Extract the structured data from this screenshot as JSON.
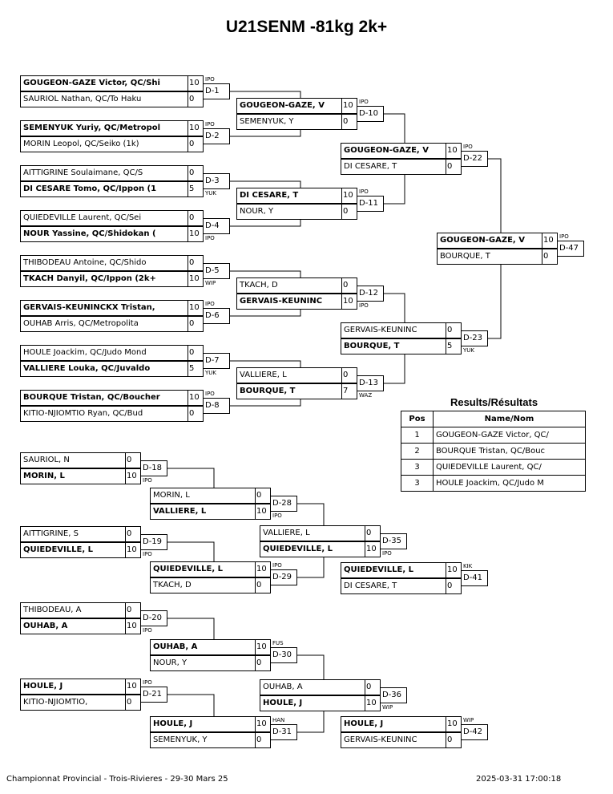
{
  "title": "U21SENM -81kg 2k+",
  "footer": {
    "event": "Championnat Provincial - Trois-Rivieres - 29-30 Mars 25",
    "timestamp": "2025-03-31 17:00:18"
  },
  "results": {
    "title": "Results/Résultats",
    "col_pos": "Pos",
    "col_name": "Name/Nom",
    "rows": [
      {
        "pos": "1",
        "name": "GOUGEON-GAZE Victor, QC/"
      },
      {
        "pos": "2",
        "name": "BOURQUE Tristan, QC/Bouc"
      },
      {
        "pos": "3",
        "name": "QUIEDEVILLE Laurent, QC/"
      },
      {
        "pos": "3",
        "name": "HOULE Joackim, QC/Judo M"
      }
    ]
  },
  "matches": [
    {
      "id": "D-1",
      "top": {
        "name": "GOUGEON-GAZE Victor, QC/Shi",
        "score": "10",
        "win": true
      },
      "bottom": {
        "name": "SAURIOL Nathan, QC/To Haku",
        "score": "0",
        "win": false
      },
      "tag": "IPO"
    },
    {
      "id": "D-2",
      "top": {
        "name": "SEMENYUK Yuriy, QC/Metropol",
        "score": "10",
        "win": true
      },
      "bottom": {
        "name": "MORIN Leopol, QC/Seiko (1k)",
        "score": "0",
        "win": false
      },
      "tag": "IPO"
    },
    {
      "id": "D-3",
      "top": {
        "name": "AITTIGRINE Soulaimane, QC/S",
        "score": "0",
        "win": false
      },
      "bottom": {
        "name": "DI CESARE Tomo, QC/Ippon (1",
        "score": "5",
        "win": true
      },
      "tag": "YUK"
    },
    {
      "id": "D-4",
      "top": {
        "name": "QUIEDEVILLE Laurent, QC/Sei",
        "score": "0",
        "win": false
      },
      "bottom": {
        "name": "NOUR Yassine, QC/Shidokan (",
        "score": "10",
        "win": true
      },
      "tag": "IPO"
    },
    {
      "id": "D-5",
      "top": {
        "name": "THIBODEAU Antoine, QC/Shido",
        "score": "0",
        "win": false
      },
      "bottom": {
        "name": "TKACH Danyil, QC/Ippon (2k+",
        "score": "10",
        "win": true
      },
      "tag": "WIP"
    },
    {
      "id": "D-6",
      "top": {
        "name": "GERVAIS-KEUNINCKX Tristan,",
        "score": "10",
        "win": true
      },
      "bottom": {
        "name": "OUHAB Arris, QC/Metropolita",
        "score": "0",
        "win": false
      },
      "tag": "IPO"
    },
    {
      "id": "D-7",
      "top": {
        "name": "HOULE Joackim, QC/Judo Mond",
        "score": "0",
        "win": false
      },
      "bottom": {
        "name": "VALLIERE Louka, QC/Juvaldo",
        "score": "5",
        "win": true
      },
      "tag": "YUK"
    },
    {
      "id": "D-8",
      "top": {
        "name": "BOURQUE Tristan, QC/Boucher",
        "score": "10",
        "win": true
      },
      "bottom": {
        "name": "KITIO-NJIOMTIO Ryan, QC/Bud",
        "score": "0",
        "win": false
      },
      "tag": "IPO"
    },
    {
      "id": "D-10",
      "top": {
        "name": "GOUGEON-GAZE, V",
        "score": "10",
        "win": true
      },
      "bottom": {
        "name": "SEMENYUK, Y",
        "score": "0",
        "win": false
      },
      "tag": "IPO"
    },
    {
      "id": "D-11",
      "top": {
        "name": "DI CESARE, T",
        "score": "10",
        "win": true
      },
      "bottom": {
        "name": "NOUR, Y",
        "score": "0",
        "win": false
      },
      "tag": "IPO"
    },
    {
      "id": "D-12",
      "top": {
        "name": "TKACH, D",
        "score": "0",
        "win": false
      },
      "bottom": {
        "name": "GERVAIS-KEUNINC",
        "score": "10",
        "win": true
      },
      "tag": "IPO"
    },
    {
      "id": "D-13",
      "top": {
        "name": "VALLIERE, L",
        "score": "0",
        "win": false
      },
      "bottom": {
        "name": "BOURQUE, T",
        "score": "7",
        "win": true
      },
      "tag": "WAZ"
    },
    {
      "id": "D-22",
      "top": {
        "name": "GOUGEON-GAZE, V",
        "score": "10",
        "win": true
      },
      "bottom": {
        "name": "DI CESARE, T",
        "score": "0",
        "win": false
      },
      "tag": "IPO"
    },
    {
      "id": "D-23",
      "top": {
        "name": "GERVAIS-KEUNINC",
        "score": "0",
        "win": false
      },
      "bottom": {
        "name": "BOURQUE, T",
        "score": "5",
        "win": true
      },
      "tag": "YUK"
    },
    {
      "id": "D-47",
      "top": {
        "name": "GOUGEON-GAZE, V",
        "score": "10",
        "win": true
      },
      "bottom": {
        "name": "BOURQUE, T",
        "score": "0",
        "win": false
      },
      "tag": "IPO"
    },
    {
      "id": "D-18",
      "top": {
        "name": "SAURIOL, N",
        "score": "0",
        "win": false
      },
      "bottom": {
        "name": "MORIN, L",
        "score": "10",
        "win": true
      },
      "tag": "IPO"
    },
    {
      "id": "D-19",
      "top": {
        "name": "AITTIGRINE, S",
        "score": "0",
        "win": false
      },
      "bottom": {
        "name": "QUIEDEVILLE, L",
        "score": "10",
        "win": true
      },
      "tag": "IPO"
    },
    {
      "id": "D-20",
      "top": {
        "name": "THIBODEAU, A",
        "score": "0",
        "win": false
      },
      "bottom": {
        "name": "OUHAB, A",
        "score": "10",
        "win": true
      },
      "tag": "IPO"
    },
    {
      "id": "D-21",
      "top": {
        "name": "HOULE, J",
        "score": "10",
        "win": true
      },
      "bottom": {
        "name": "KITIO-NJIOMTIO,",
        "score": "0",
        "win": false
      },
      "tag": "IPO"
    },
    {
      "id": "D-28",
      "top": {
        "name": "MORIN, L",
        "score": "0",
        "win": false
      },
      "bottom": {
        "name": "VALLIERE, L",
        "score": "10",
        "win": true
      },
      "tag": "IPO"
    },
    {
      "id": "D-29",
      "top": {
        "name": "QUIEDEVILLE, L",
        "score": "10",
        "win": true
      },
      "bottom": {
        "name": "TKACH, D",
        "score": "0",
        "win": false
      },
      "tag": "IPO"
    },
    {
      "id": "D-30",
      "top": {
        "name": "OUHAB, A",
        "score": "10",
        "win": true
      },
      "bottom": {
        "name": "NOUR, Y",
        "score": "0",
        "win": false
      },
      "tag": "FUS"
    },
    {
      "id": "D-31",
      "top": {
        "name": "HOULE, J",
        "score": "10",
        "win": true
      },
      "bottom": {
        "name": "SEMENYUK, Y",
        "score": "0",
        "win": false
      },
      "tag": "HAN"
    },
    {
      "id": "D-35",
      "top": {
        "name": "VALLIERE, L",
        "score": "0",
        "win": false
      },
      "bottom": {
        "name": "QUIEDEVILLE, L",
        "score": "10",
        "win": true
      },
      "tag": "IPO"
    },
    {
      "id": "D-36",
      "top": {
        "name": "OUHAB, A",
        "score": "0",
        "win": false
      },
      "bottom": {
        "name": "HOULE, J",
        "score": "10",
        "win": true
      },
      "tag": "WIP"
    },
    {
      "id": "D-41",
      "top": {
        "name": "QUIEDEVILLE, L",
        "score": "10",
        "win": true
      },
      "bottom": {
        "name": "DI CESARE, T",
        "score": "0",
        "win": false
      },
      "tag": "KIK"
    },
    {
      "id": "D-42",
      "top": {
        "name": "HOULE, J",
        "score": "10",
        "win": true
      },
      "bottom": {
        "name": "GERVAIS-KEUNINC",
        "score": "0",
        "win": false
      },
      "tag": "WIP"
    }
  ]
}
